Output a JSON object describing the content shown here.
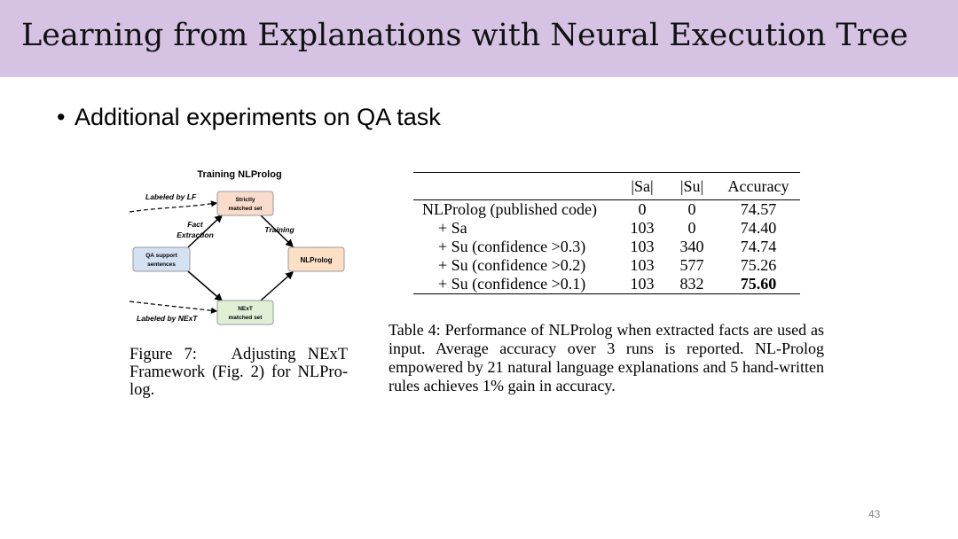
{
  "slide": {
    "title": "Learning from Explanations with Neural Execution Tree",
    "bullet": "Additional experiments on QA task",
    "page_number": "43",
    "colors": {
      "title_bar": "#d6c3e4"
    }
  },
  "figure": {
    "heading": "Training NLProlog",
    "labeled_by_lf": "Labeled by LF",
    "labeled_by_next": "Labeled by NExT",
    "fact_extraction_1": "Fact",
    "fact_extraction_2": "Extraction",
    "training": "Training",
    "box_strict_1": "Strictly",
    "box_strict_2": "matched set",
    "box_qa_1": "QA support",
    "box_qa_2": "sentences",
    "box_nlprolog": "NLProlog",
    "box_next_1": "NExT",
    "box_next_2": "matched set",
    "caption_label": "Figure 7:",
    "caption_text": "Adjusting NExT Framework (Fig. 2) for NLPro-log."
  },
  "table": {
    "headers": [
      "|Sa|",
      "|Su|",
      "Accuracy"
    ],
    "rows": [
      {
        "name": "NLProlog (published code)",
        "sa": "0",
        "su": "0",
        "acc": "74.57"
      },
      {
        "name": "+ Sa",
        "sa": "103",
        "su": "0",
        "acc": "74.40"
      },
      {
        "name": "+ Su (confidence >0.3)",
        "sa": "103",
        "su": "340",
        "acc": "74.74"
      },
      {
        "name": "+ Su (confidence >0.2)",
        "sa": "103",
        "su": "577",
        "acc": "75.26"
      },
      {
        "name": "+ Su (confidence >0.1)",
        "sa": "103",
        "su": "832",
        "acc": "75.60"
      }
    ],
    "caption_label": "Table 4:",
    "caption_text": "Performance of NLProlog when extracted facts are used as input. Average accuracy over 3 runs is reported. NL-Prolog empowered by 21 natural language explanations and 5 hand-written rules achieves 1% gain in accuracy."
  }
}
